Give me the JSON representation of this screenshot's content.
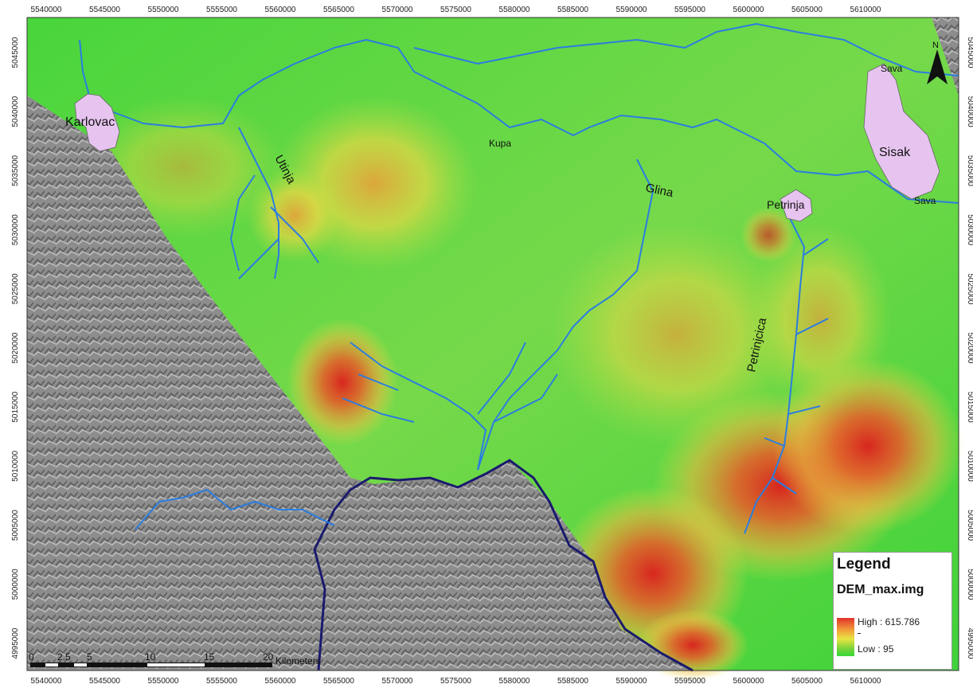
{
  "map": {
    "x_ticks": [
      "5540000",
      "5545000",
      "5550000",
      "5555000",
      "5560000",
      "5565000",
      "5570000",
      "5575000",
      "5580000",
      "5585000",
      "5590000",
      "5595000",
      "5600000",
      "5605000",
      "5610000"
    ],
    "y_ticks": [
      "5045000",
      "5040000",
      "5035000",
      "5030000",
      "5025000",
      "5020000",
      "5015000",
      "5010000",
      "5005000",
      "5000000",
      "4995000"
    ],
    "places": {
      "karlovac": "Karlovac",
      "sisak": "Sisak",
      "petrinja": "Petrinja"
    },
    "rivers": {
      "kupa": "Kupa",
      "glina": "Glina",
      "utinja": "Utinja",
      "petrinjcica": "Petrinjcica",
      "sava_north": "Sava",
      "sava_east": "Sava"
    },
    "north_label": "N",
    "colors": {
      "lowland": "#3bd23a",
      "mid": "#e7e543",
      "high": "#e0322a",
      "river": "#2b7de0",
      "border": "#1a1a6e",
      "urban": "#e6c4ef",
      "hillshade": "#8a8a8a"
    }
  },
  "legend": {
    "title": "Legend",
    "layer": "DEM_max.img",
    "high": "High : 615.786",
    "low": "Low : 95"
  },
  "scalebar": {
    "labels": [
      "0",
      "2.5",
      "5",
      "10",
      "15",
      "20"
    ],
    "units": "Kilometers"
  }
}
